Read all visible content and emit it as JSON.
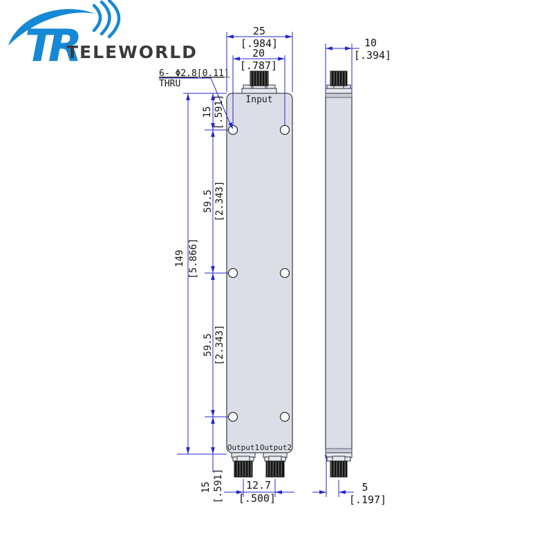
{
  "brand": {
    "name": "TELEWORLD",
    "monogram": "TR",
    "logo_blue": "#1588d6"
  },
  "drawing": {
    "callout": {
      "holes": "6- Φ2.8[0.11]",
      "thru": "THRU"
    },
    "ports": {
      "input": "Input",
      "output1": "Output1",
      "output2": "Output2"
    },
    "dimensions": {
      "body_width": {
        "mm": "25",
        "in": "[.984]"
      },
      "connector_span": {
        "mm": "20",
        "in": "[.787]"
      },
      "side_depth": {
        "mm": "10",
        "in": "[.394]"
      },
      "top_hole_offset": {
        "mm": "15",
        "in": "[.591]"
      },
      "upper_hole_pitch": {
        "mm": "59.5",
        "in": "[2.343]"
      },
      "lower_hole_pitch": {
        "mm": "59.5",
        "in": "[2.343]"
      },
      "body_length": {
        "mm": "149",
        "in": "[5.866]"
      },
      "bottom_hole_offset": {
        "mm": "15",
        "in": "[.591]"
      },
      "output_pitch": {
        "mm": "12.7",
        "in": "[.500]"
      },
      "side_port_offset": {
        "mm": "5",
        "in": "[.197]"
      }
    }
  },
  "colors": {
    "dimension_blue": "#2326cc",
    "body_fill": "#dcdee7",
    "outline": "#43474f",
    "text": "#141414",
    "background": "#ffffff"
  }
}
